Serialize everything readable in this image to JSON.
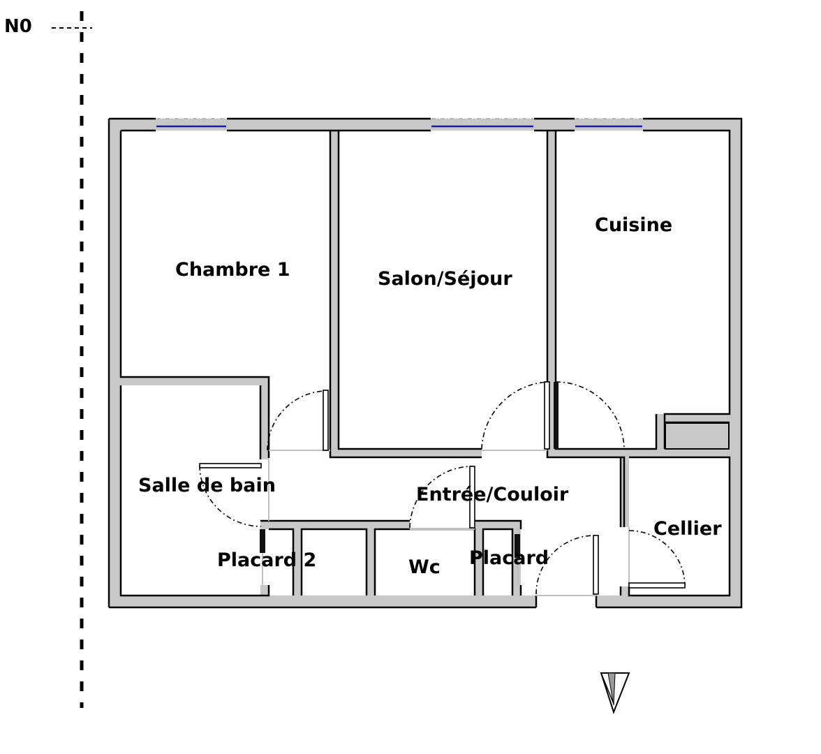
{
  "level_marker": {
    "label": "N0"
  },
  "rooms": {
    "chambre_1": "Chambre 1",
    "salon_sejour": "Salon/Séjour",
    "cuisine": "Cuisine",
    "salle_de_bain": "Salle de bain",
    "entree_couloir": "Entrée/Couloir",
    "cellier": "Cellier",
    "placard_2": "Placard 2",
    "wc": "Wc",
    "placard": "Placard"
  },
  "colors": {
    "wall": "#c8c8c8",
    "wall_outline": "#000000",
    "window": "#1a1aa0",
    "appliance": "#c8c8c8"
  },
  "icons": {
    "north_arrow": "compass-arrow-icon"
  }
}
